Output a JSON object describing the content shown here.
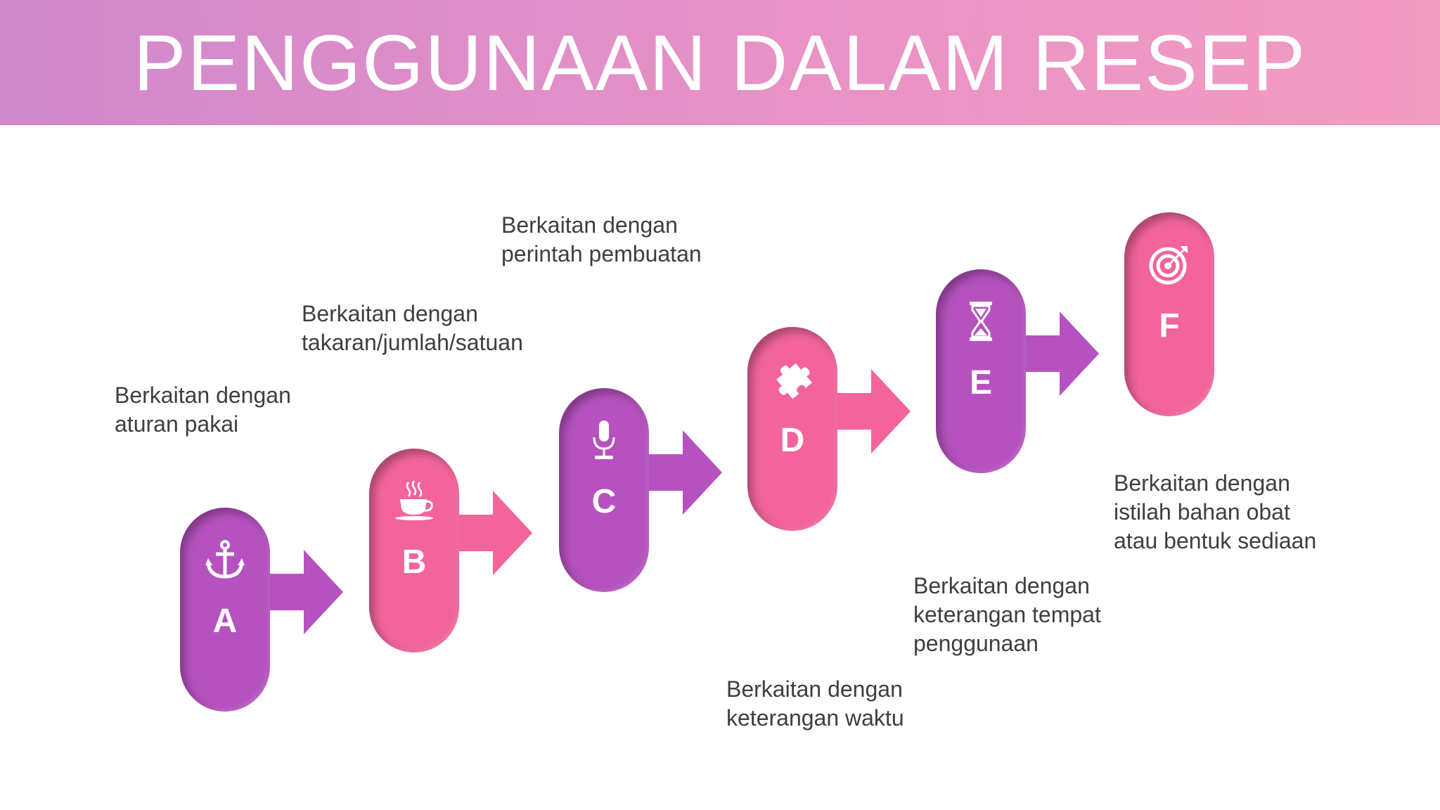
{
  "title": "PENGGUNAAN DALAM RESEP",
  "colors": {
    "purple": "#b652bf",
    "pink": "#f2649b",
    "text": "#3e3e3e"
  },
  "steps": [
    {
      "letter": "A",
      "icon": "anchor-icon",
      "color": "purple",
      "description": "Berkaitan dengan\naturan pakai"
    },
    {
      "letter": "B",
      "icon": "coffee-cup-icon",
      "color": "pink",
      "description": "Berkaitan dengan\ntakaran/jumlah/satuan"
    },
    {
      "letter": "C",
      "icon": "microphone-icon",
      "color": "purple",
      "description": "Berkaitan dengan\nperintah pembuatan"
    },
    {
      "letter": "D",
      "icon": "puzzle-icon",
      "color": "pink",
      "description": "Berkaitan dengan\nketerangan waktu"
    },
    {
      "letter": "E",
      "icon": "hourglass-icon",
      "color": "purple",
      "description": "Berkaitan dengan\nketerangan tempat\npenggunaan"
    },
    {
      "letter": "F",
      "icon": "target-icon",
      "color": "pink",
      "description": "Berkaitan dengan\nistilah bahan obat\natau bentuk sediaan"
    }
  ]
}
